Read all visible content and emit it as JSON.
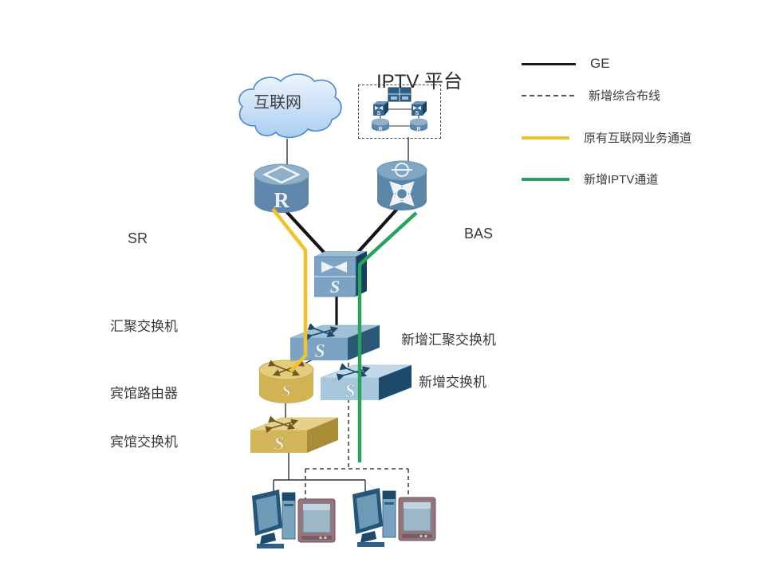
{
  "nodes": {
    "internet": {
      "label": "互联网"
    },
    "iptv": {
      "title": "IPTV 平台",
      "switch_letter": "S",
      "router_letter": "R"
    },
    "sr": {
      "letter": "R"
    },
    "core_switch": {
      "letter": "S"
    },
    "new_agg_switch": {
      "letter": "S"
    },
    "hotel_router": {
      "letter": "S"
    },
    "new_switch": {
      "letter": "S"
    },
    "hotel_switch": {
      "letter": "S"
    }
  },
  "labels": {
    "sr": "SR",
    "bas": "BAS",
    "agg_switch": "汇聚交换机",
    "hotel_router": "宾馆路由器",
    "hotel_switch": "宾馆交换机",
    "new_agg_switch": "新增汇聚交换机",
    "new_switch": "新增交换机"
  },
  "legend": {
    "items": [
      {
        "label": "GE",
        "line": "solid-black",
        "color": "#1a1a1a"
      },
      {
        "label": "新增综合布线",
        "line": "dashed-gray",
        "color": "#555555"
      },
      {
        "label": "原有互联网业务通道",
        "line": "solid-yellow",
        "color": "#f2c12e"
      },
      {
        "label": "新增IPTV通道",
        "line": "solid-green",
        "color": "#27a35e"
      }
    ]
  },
  "colors": {
    "link_black": "#1a1a1a",
    "link_yellow": "#f2c12e",
    "link_green": "#27a35e",
    "node_blue_body": "#5f87ab",
    "node_blue_top": "#8fb0ca",
    "node_blue_dark_side": "#1d4a6b",
    "switch_front_blue": "#7ca3c4",
    "new_switch_front": "#a7c8dc",
    "gold_body": "#d1b254",
    "gold_top": "#e3cc7e",
    "gold_side": "#a98d36",
    "cloud_fill": "#cfe6fa",
    "cloud_stroke": "#4a86c8"
  }
}
